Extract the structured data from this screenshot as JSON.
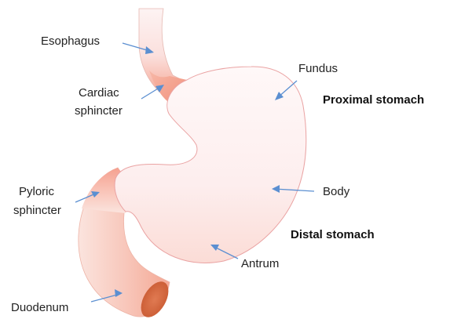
{
  "labels": {
    "esophagus": "Esophagus",
    "cardiac_line1": "Cardiac",
    "cardiac_line2": "sphincter",
    "fundus": "Fundus",
    "proximal": "Proximal stomach",
    "pyloric_line1": "Pyloric",
    "pyloric_line2": "sphincter",
    "body": "Body",
    "distal": "Distal stomach",
    "antrum": "Antrum",
    "duodenum": "Duodenum"
  },
  "colors": {
    "stomach_fill": "#fdeeee",
    "stomach_outline": "#e8a6a6",
    "sphincter": "#f5a08f",
    "duodenum_end": "#d9663f",
    "arrow": "#5b8fd1"
  }
}
